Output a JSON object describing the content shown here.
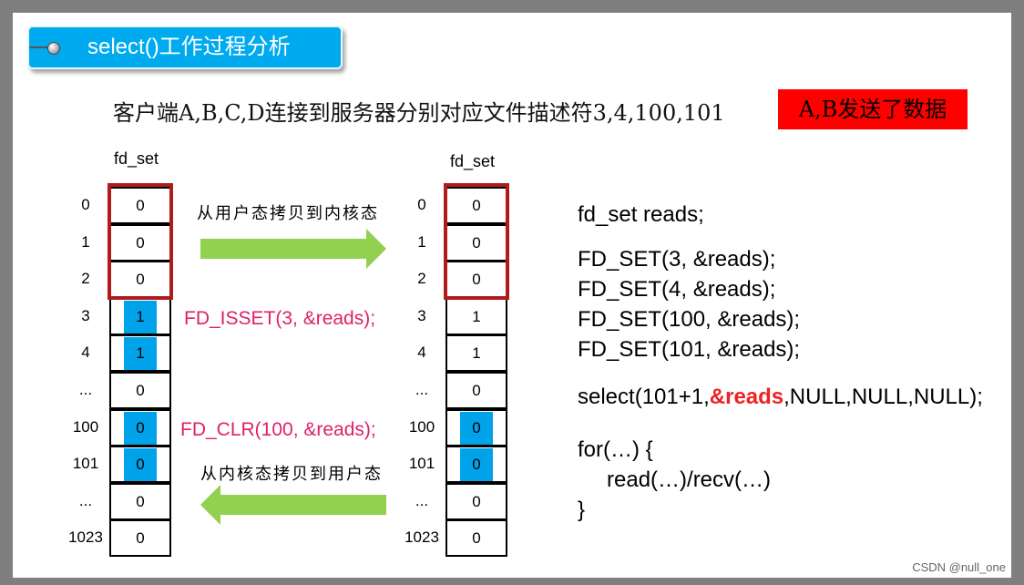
{
  "title": "select()工作过程分析",
  "subtitle": "客户端A,B,C,D连接到服务器分别对应文件描述符3,4,100,101",
  "highlight_badge": "A,B发送了数据",
  "left_table": {
    "title": "fd_set",
    "rows": [
      {
        "index": "0",
        "value": "0",
        "highlight": false
      },
      {
        "index": "1",
        "value": "0",
        "highlight": false
      },
      {
        "index": "2",
        "value": "0",
        "highlight": false
      },
      {
        "index": "3",
        "value": "1",
        "highlight": true
      },
      {
        "index": "4",
        "value": "1",
        "highlight": true
      },
      {
        "index": "...",
        "value": "0",
        "highlight": false
      },
      {
        "index": "100",
        "value": "0",
        "highlight": true
      },
      {
        "index": "101",
        "value": "0",
        "highlight": true
      },
      {
        "index": "...",
        "value": "0",
        "highlight": false
      },
      {
        "index": "1023",
        "value": "0",
        "highlight": false
      }
    ]
  },
  "right_table": {
    "title": "fd_set",
    "rows": [
      {
        "index": "0",
        "value": "0",
        "highlight": false
      },
      {
        "index": "1",
        "value": "0",
        "highlight": false
      },
      {
        "index": "2",
        "value": "0",
        "highlight": false
      },
      {
        "index": "3",
        "value": "1",
        "highlight": false
      },
      {
        "index": "4",
        "value": "1",
        "highlight": false
      },
      {
        "index": "...",
        "value": "0",
        "highlight": false
      },
      {
        "index": "100",
        "value": "0",
        "highlight": true
      },
      {
        "index": "101",
        "value": "0",
        "highlight": true
      },
      {
        "index": "...",
        "value": "0",
        "highlight": false
      },
      {
        "index": "1023",
        "value": "0",
        "highlight": false
      }
    ]
  },
  "arrows": {
    "to_kernel_label": "从用户态拷贝到内核态",
    "to_user_label": "从内核态拷贝到用户态"
  },
  "commands": {
    "fd_isset": "FD_ISSET(3, &reads);",
    "fd_clr": "FD_CLR(100, &reads);"
  },
  "code": {
    "line1": "fd_set reads;",
    "line2": "FD_SET(3, &reads);",
    "line3": "FD_SET(4, &reads);",
    "line4": "FD_SET(100, &reads);",
    "line5": "FD_SET(101, &reads);",
    "select_pre": "select(101+1,",
    "select_red": "&reads",
    "select_post": ",NULL,NULL,NULL);",
    "for_line": "for(…) {",
    "read_line": "read(…)/recv(…)",
    "close_brace": "}"
  },
  "colors": {
    "title_bg": "#00aaee",
    "highlight_badge_bg": "#ff0000",
    "cell_highlight": "#00a3ea",
    "arrow": "#92d050",
    "red_box": "#b01c1c",
    "pink_text": "#e0206a"
  },
  "watermark": "CSDN @null_one"
}
